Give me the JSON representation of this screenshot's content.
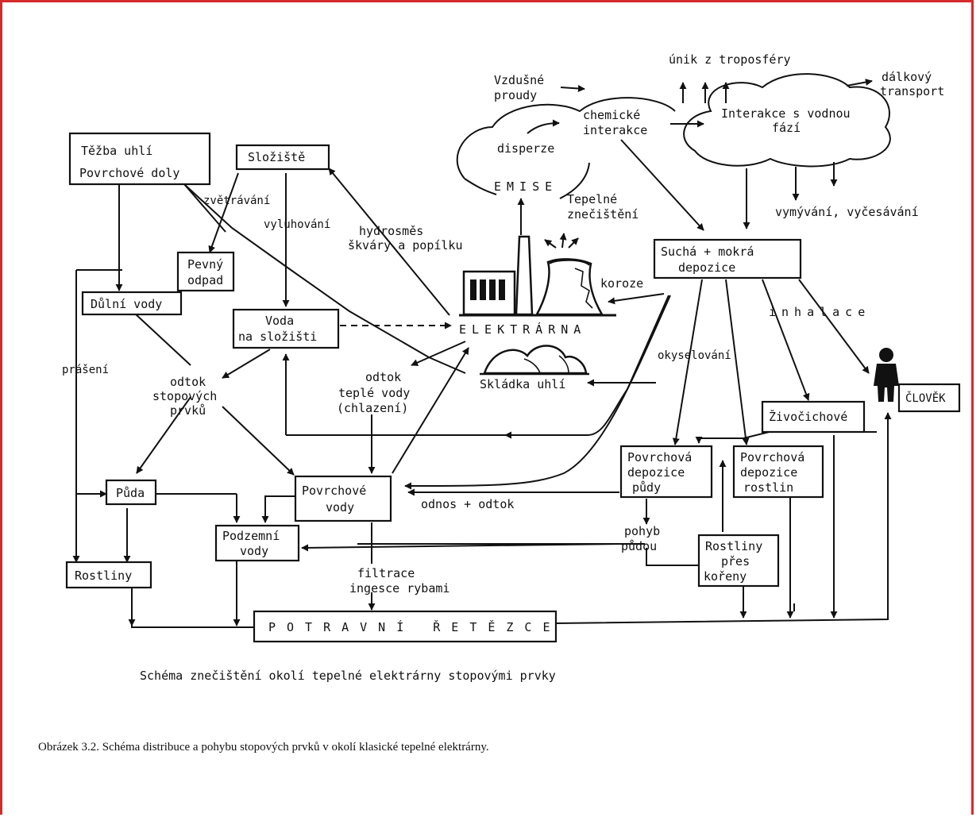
{
  "boxes": {
    "tezba": {
      "line1": "Těžba uhlí",
      "line2": "Povrchové doly"
    },
    "sloziste": "Složiště",
    "pevny_odpad": {
      "line1": "Pevný",
      "line2": "odpad"
    },
    "dulni_vody": "Důlní vody",
    "voda_sloziste": {
      "line1": "Voda",
      "line2": "na složišti"
    },
    "povrchove_vody": {
      "line1": "Povrchové",
      "line2": "vody"
    },
    "puda": "Půda",
    "podzemni_vody": {
      "line1": "Podzemní",
      "line2": "vody"
    },
    "rostliny": "Rostliny",
    "potravni": "POTRAVNÍ ŘETĚZCE",
    "sucha_mokra": {
      "line1": "Suchá   +   mokrá",
      "line2": "depozice"
    },
    "povrch_dep_pudy": {
      "line1": "Povrchová",
      "line2": "depozice",
      "line3": "půdy"
    },
    "povrch_dep_rostlin": {
      "line1": "Povrchová",
      "line2": "depozice",
      "line3": "rostlin"
    },
    "zivocichove": "Živočichové",
    "rostliny_pres": {
      "line1": "Rostliny",
      "line2": "přes",
      "line3": "kořeny"
    },
    "clovek": "ČLOVĚK"
  },
  "labels": {
    "unik": "únik z troposféry",
    "dalkovy": {
      "line1": "dálkový",
      "line2": "transport"
    },
    "vzdusne": {
      "line1": "Vzdušné",
      "line2": "proudy"
    },
    "chemicke": {
      "line1": "chemické",
      "line2": "interakce"
    },
    "interakce_voda": {
      "line1": "Interakce s vodnou",
      "line2": "fází"
    },
    "disperze": "disperze",
    "emise": "EMISE",
    "tepelne": {
      "line1": "Tepelné",
      "line2": "znečištění"
    },
    "vymyvani": "vymývání, vyčesávání",
    "zvetravani": "zvětrávání",
    "vyluhovani": "vyluhování",
    "hydrosmes": {
      "line1": "hydrosměs",
      "line2": "škváry a popílku"
    },
    "koroze": "koroze",
    "elektrarna": "ELEKTRÁRNA",
    "inhalace": "inhalace",
    "skladka": "Skládka uhlí",
    "okyselovani": "okyselování",
    "praseni": "prášení",
    "odtok_stopovych": {
      "line1": "odtok",
      "line2": "stopových",
      "line3": "prvků"
    },
    "odtok_teple": {
      "line1": "odtok",
      "line2": "teplé vody",
      "line3": "(chlazení)"
    },
    "odnos": "odnos   +   odtok",
    "pohyb": {
      "line1": "pohyb",
      "line2": "půdou"
    },
    "filtrace": {
      "line1": "filtrace",
      "line2": "ingesce rybami"
    }
  },
  "captions": {
    "schema": "Schéma znečištění okolí tepelné elektrárny stopovými prvky",
    "figure": "Obrázek 3.2.  Schéma distribuce a pohybu stopových prvků  v okolí klasické tepelné elektrárny."
  },
  "colors": {
    "frame": "#d62a2a",
    "ink": "#111111"
  }
}
